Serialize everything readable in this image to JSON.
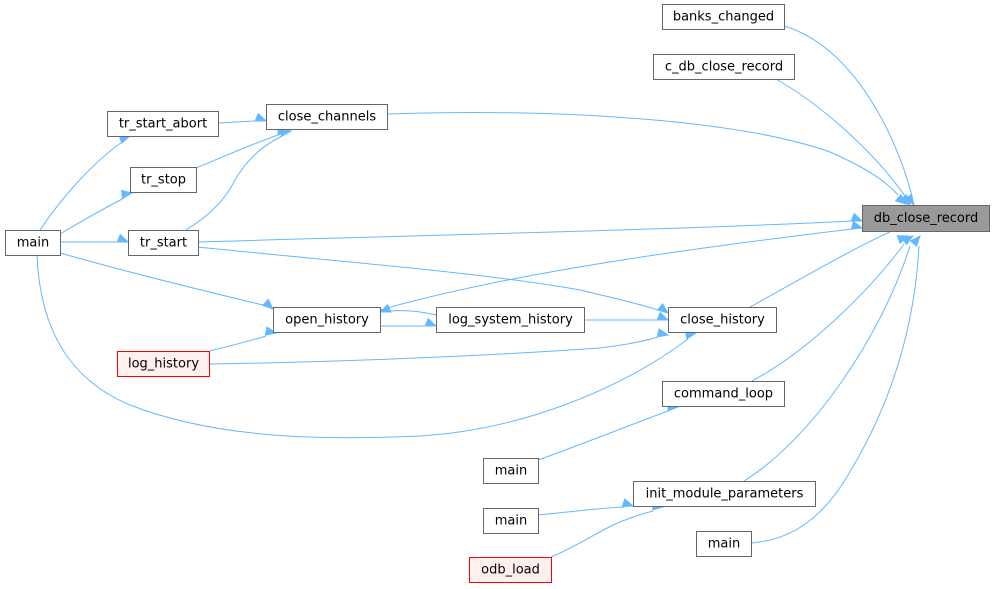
{
  "nodes": [
    {
      "id": "banks_changed",
      "label": "banks_changed",
      "style": "normal"
    },
    {
      "id": "c_db_close_record",
      "label": "c_db_close_record",
      "style": "normal"
    },
    {
      "id": "close_channels",
      "label": "close_channels",
      "style": "normal"
    },
    {
      "id": "tr_start_abort",
      "label": "tr_start_abort",
      "style": "normal"
    },
    {
      "id": "tr_stop",
      "label": "tr_stop",
      "style": "normal"
    },
    {
      "id": "main_left",
      "label": "main",
      "style": "normal"
    },
    {
      "id": "tr_start",
      "label": "tr_start",
      "style": "normal"
    },
    {
      "id": "db_close_record",
      "label": "db_close_record",
      "style": "root"
    },
    {
      "id": "open_history",
      "label": "open_history",
      "style": "normal"
    },
    {
      "id": "log_system_history",
      "label": "log_system_history",
      "style": "normal"
    },
    {
      "id": "close_history",
      "label": "close_history",
      "style": "normal"
    },
    {
      "id": "log_history",
      "label": "log_history",
      "style": "red"
    },
    {
      "id": "command_loop",
      "label": "command_loop",
      "style": "normal"
    },
    {
      "id": "main_cmd",
      "label": "main",
      "style": "normal"
    },
    {
      "id": "init_module_parameters",
      "label": "init_module_parameters",
      "style": "normal"
    },
    {
      "id": "main_init",
      "label": "main",
      "style": "normal"
    },
    {
      "id": "main_right",
      "label": "main",
      "style": "normal"
    },
    {
      "id": "odb_load",
      "label": "odb_load",
      "style": "red"
    }
  ],
  "edges": [
    {
      "from": "banks_changed",
      "to": "db_close_record"
    },
    {
      "from": "c_db_close_record",
      "to": "db_close_record"
    },
    {
      "from": "close_channels",
      "to": "db_close_record"
    },
    {
      "from": "tr_start",
      "to": "db_close_record"
    },
    {
      "from": "open_history",
      "to": "db_close_record"
    },
    {
      "from": "close_history",
      "to": "db_close_record"
    },
    {
      "from": "command_loop",
      "to": "db_close_record"
    },
    {
      "from": "init_module_parameters",
      "to": "db_close_record"
    },
    {
      "from": "main_right",
      "to": "db_close_record"
    },
    {
      "from": "tr_start_abort",
      "to": "close_channels"
    },
    {
      "from": "tr_stop",
      "to": "close_channels"
    },
    {
      "from": "tr_start",
      "to": "close_channels"
    },
    {
      "from": "main_left",
      "to": "tr_start_abort"
    },
    {
      "from": "main_left",
      "to": "tr_stop"
    },
    {
      "from": "main_left",
      "to": "tr_start"
    },
    {
      "from": "main_left",
      "to": "open_history"
    },
    {
      "from": "main_left",
      "to": "close_history"
    },
    {
      "from": "tr_start",
      "to": "close_history"
    },
    {
      "from": "log_history",
      "to": "open_history"
    },
    {
      "from": "log_history",
      "to": "close_history"
    },
    {
      "from": "open_history",
      "to": "log_system_history"
    },
    {
      "from": "log_system_history",
      "to": "open_history"
    },
    {
      "from": "log_system_history",
      "to": "close_history"
    },
    {
      "from": "main_cmd",
      "to": "command_loop"
    },
    {
      "from": "main_init",
      "to": "init_module_parameters"
    },
    {
      "from": "odb_load",
      "to": "init_module_parameters"
    }
  ]
}
